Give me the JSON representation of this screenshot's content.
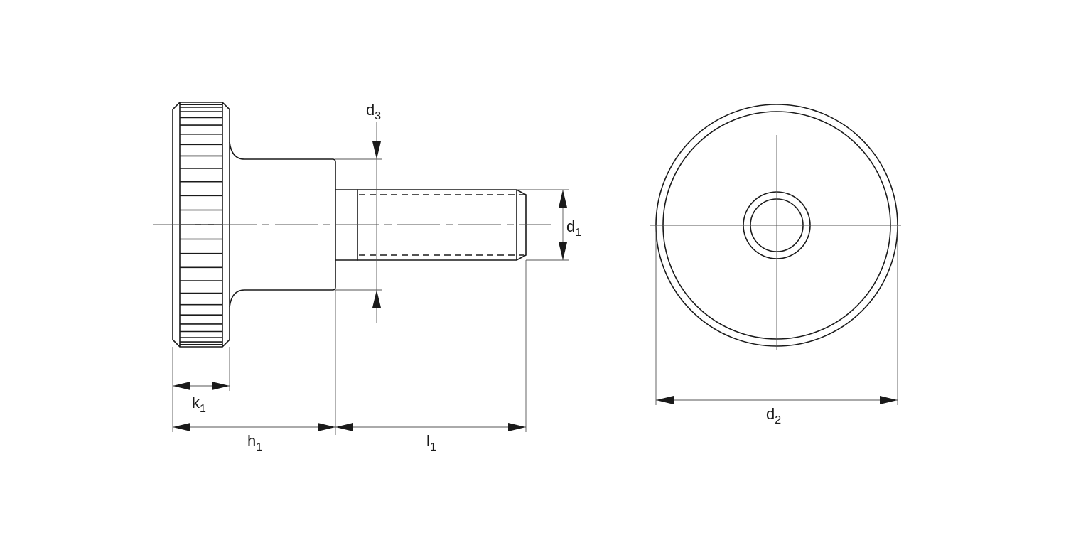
{
  "title": "Knurled thumb screw dimension drawing",
  "labels": {
    "d1": {
      "main": "d",
      "sub": "1"
    },
    "d2": {
      "main": "d",
      "sub": "2"
    },
    "d3": {
      "main": "d",
      "sub": "3"
    },
    "k1": {
      "main": "k",
      "sub": "1"
    },
    "h1": {
      "main": "h",
      "sub": "1"
    },
    "l1": {
      "main": "l",
      "sub": "1"
    }
  },
  "colors": {
    "line": "#1a1a1a",
    "thin": "#555555"
  }
}
